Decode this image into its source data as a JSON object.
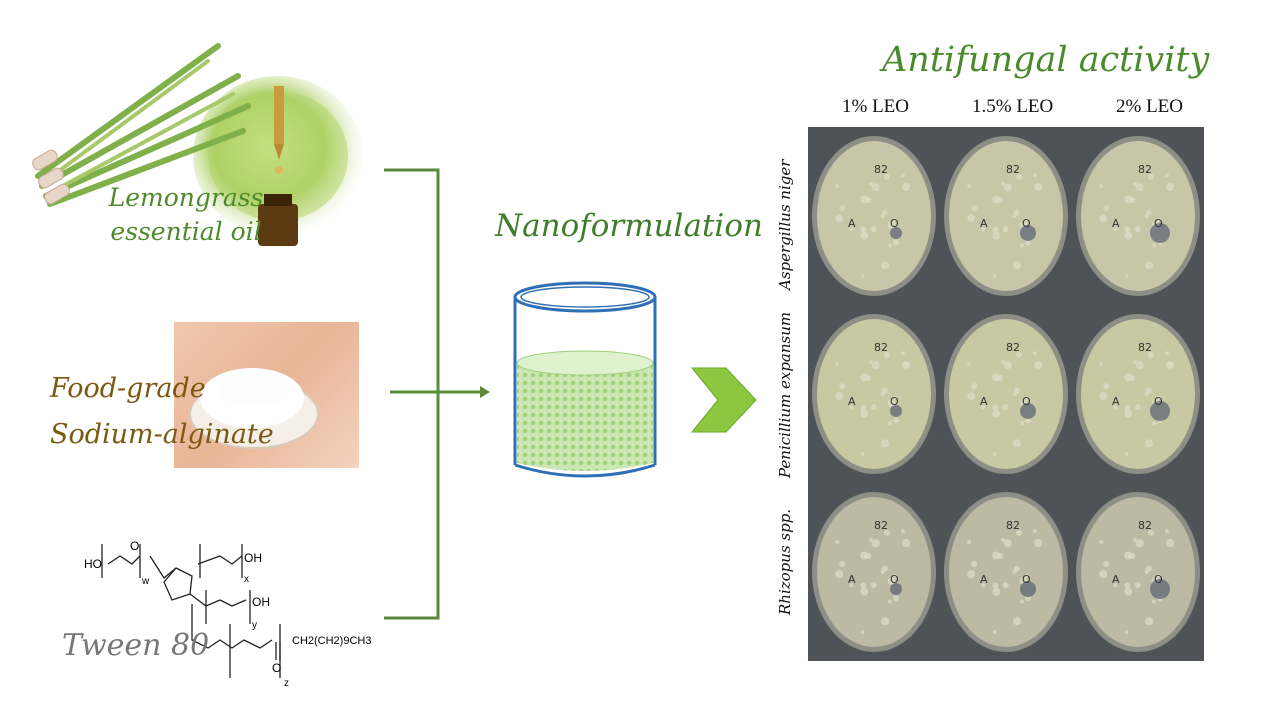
{
  "ingredients": {
    "lemongrass_line1": "Lemongrass",
    "lemongrass_line2": "essential oil",
    "alginate_line1": "Food-grade",
    "alginate_line2": "Sodium-alginate",
    "tween": "Tween 80"
  },
  "tween_structure": {
    "ho": "HO",
    "oh1": "OH",
    "oh2": "OH",
    "w": "w",
    "x": "x",
    "y": "y",
    "z": "z",
    "o_ring": "O",
    "o_carbonyl": "O",
    "chain": "CH2(CH2)9CH3"
  },
  "process": {
    "title": "Nanoformulation"
  },
  "antifungal": {
    "title": "Antifungal activity",
    "columns": [
      "1% LEO",
      "1.5% LEO",
      "2% LEO"
    ],
    "rows": [
      "Aspergillus niger",
      "Penicillium expansum",
      "Rhizopus spp."
    ],
    "plate_marks": {
      "top": "82",
      "left": "A",
      "right": "O"
    }
  },
  "colors": {
    "green_label": "#4e8a2c",
    "alginate_label": "#7a5a12",
    "tween_label": "#777777",
    "connector": "#5a8a3a",
    "arrow_fill": "#8dc63f",
    "beaker_line": "#2e6fb5",
    "liquid": "#bfe3a4"
  }
}
